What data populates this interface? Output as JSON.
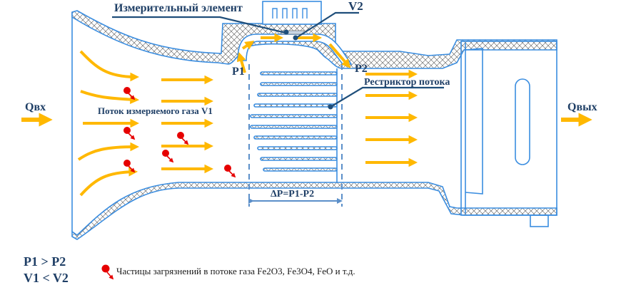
{
  "labels": {
    "measuring_element": "Измерительный элемент",
    "v2": "V2",
    "p1": "P1",
    "p2": "P2",
    "flow_restrictor": "Рестриктор потока",
    "q_in": "Qвх",
    "q_out": "Qвых",
    "gas_flow": "Поток измеряемого газа V1",
    "delta_p": "ΔP=P1-P2"
  },
  "legend": {
    "line1": "P1 > P2",
    "line2": "V1 < V2",
    "particles": "Частицы загрязнений в потоке газа Fe2O3, Fe3O4, FeO и т.д."
  },
  "colors": {
    "label": "#1f3f66",
    "flow_arrow": "#ffb800",
    "outline": "#3a8de0",
    "particle": "#e60000"
  }
}
